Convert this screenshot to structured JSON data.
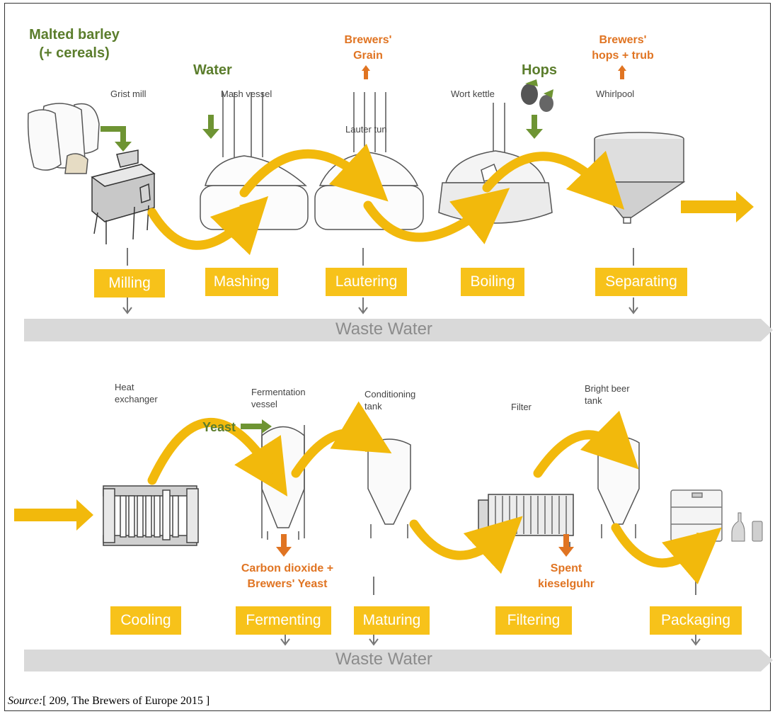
{
  "inputs": {
    "malted_barley": "Malted barley (+ cereals)",
    "water": "Water",
    "hops": "Hops",
    "yeast": "Yeast"
  },
  "outputs": {
    "brewers_grain": "Brewers' Grain",
    "hops_trub": "Brewers' hops + trub",
    "co2_yeast": "Carbon dioxide + Brewers' Yeast",
    "kieselguhr": "Spent kieselguhr"
  },
  "equipment": {
    "grist_mill": "Grist mill",
    "mash_vessel": "Mash vessel",
    "lauter_tun": "Lauter tun",
    "wort_kettle": "Wort kettle",
    "whirlpool": "Whirlpool",
    "heat_exchanger": "Heat exchanger",
    "fermentation_vessel": "Fermentation vessel",
    "conditioning_tank": "Conditioning tank",
    "filter": "Filter",
    "bright_beer_tank": "Bright beer tank"
  },
  "stages_top": [
    "Milling",
    "Mashing",
    "Lautering",
    "Boiling",
    "Separating"
  ],
  "stages_bottom": [
    "Cooling",
    "Fermenting",
    "Maturing",
    "Filtering",
    "Packaging"
  ],
  "waste_water": "Waste Water",
  "source": {
    "prefix": "Source:",
    "text": "[ 209, The Brewers of Europe 2015 ]"
  },
  "colors": {
    "stage_fill": "#f7c21a",
    "flow_arrow": "#f2b90c",
    "input_green": "#6e9433",
    "output_orange": "#e07422",
    "waste_band": "#d9d9d9"
  }
}
